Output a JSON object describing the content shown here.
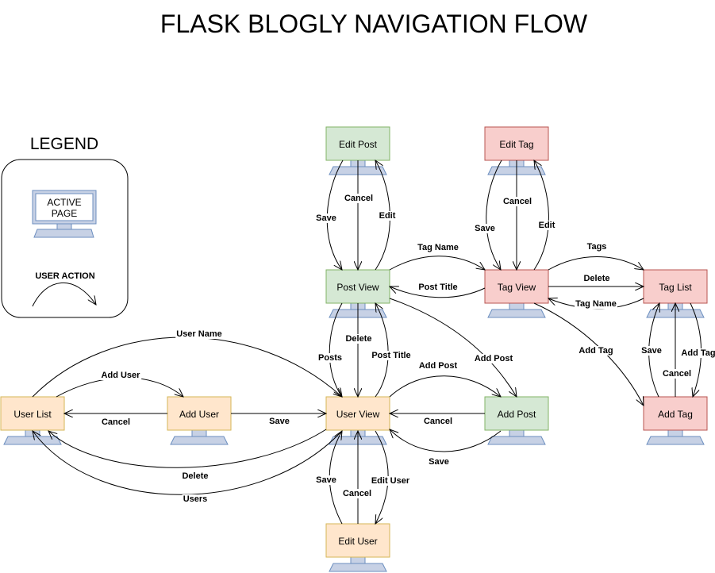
{
  "title": "FLASK BLOGLY NAVIGATION FLOW",
  "legend": {
    "heading": "LEGEND",
    "active_page_line1": "ACTIVE",
    "active_page_line2": "PAGE",
    "user_action": "USER ACTION"
  },
  "colors": {
    "user": "#ffe6cc",
    "user_stroke": "#d6b656",
    "post": "#d5e8d4",
    "post_stroke": "#82b366",
    "tag": "#f8cecc",
    "tag_stroke": "#b85450",
    "monitor": "#c7d1e5",
    "monitor_stroke": "#6c8ebf"
  },
  "pages": {
    "edit_post": "Edit Post",
    "edit_tag": "Edit Tag",
    "post_view": "Post View",
    "tag_view": "Tag View",
    "tag_list": "Tag List",
    "user_list": "User List",
    "add_user": "Add User",
    "user_view": "User View",
    "add_post": "Add Post",
    "add_tag": "Add Tag",
    "edit_user": "Edit User"
  },
  "actions": {
    "ep_save": "Save",
    "ep_cancel": "Cancel",
    "ep_edit": "Edit",
    "et_save": "Save",
    "et_cancel": "Cancel",
    "et_edit": "Edit",
    "pv_tag_name": "Tag Name",
    "tv_post_title": "Post Title",
    "tv_tags": "Tags",
    "tv_delete": "Delete",
    "tl_tag_name": "Tag Name",
    "tv_add_tag": "Add Tag",
    "tl_save": "Save",
    "tl_cancel": "Cancel",
    "tl_add_tag": "Add Tag",
    "uv_posts": "Posts",
    "pv_delete": "Delete",
    "uv_post_title": "Post Title",
    "pv_add_post": "Add Post",
    "uv_add_post": "Add Post",
    "ap_cancel": "Cancel",
    "ap_save": "Save",
    "ul_user_name": "User Name",
    "ul_add_user": "Add User",
    "au_cancel": "Cancel",
    "au_save": "Save",
    "uv_delete": "Delete",
    "uv_users": "Users",
    "eu_save": "Save",
    "eu_cancel": "Cancel",
    "eu_edit_user": "Edit User"
  }
}
